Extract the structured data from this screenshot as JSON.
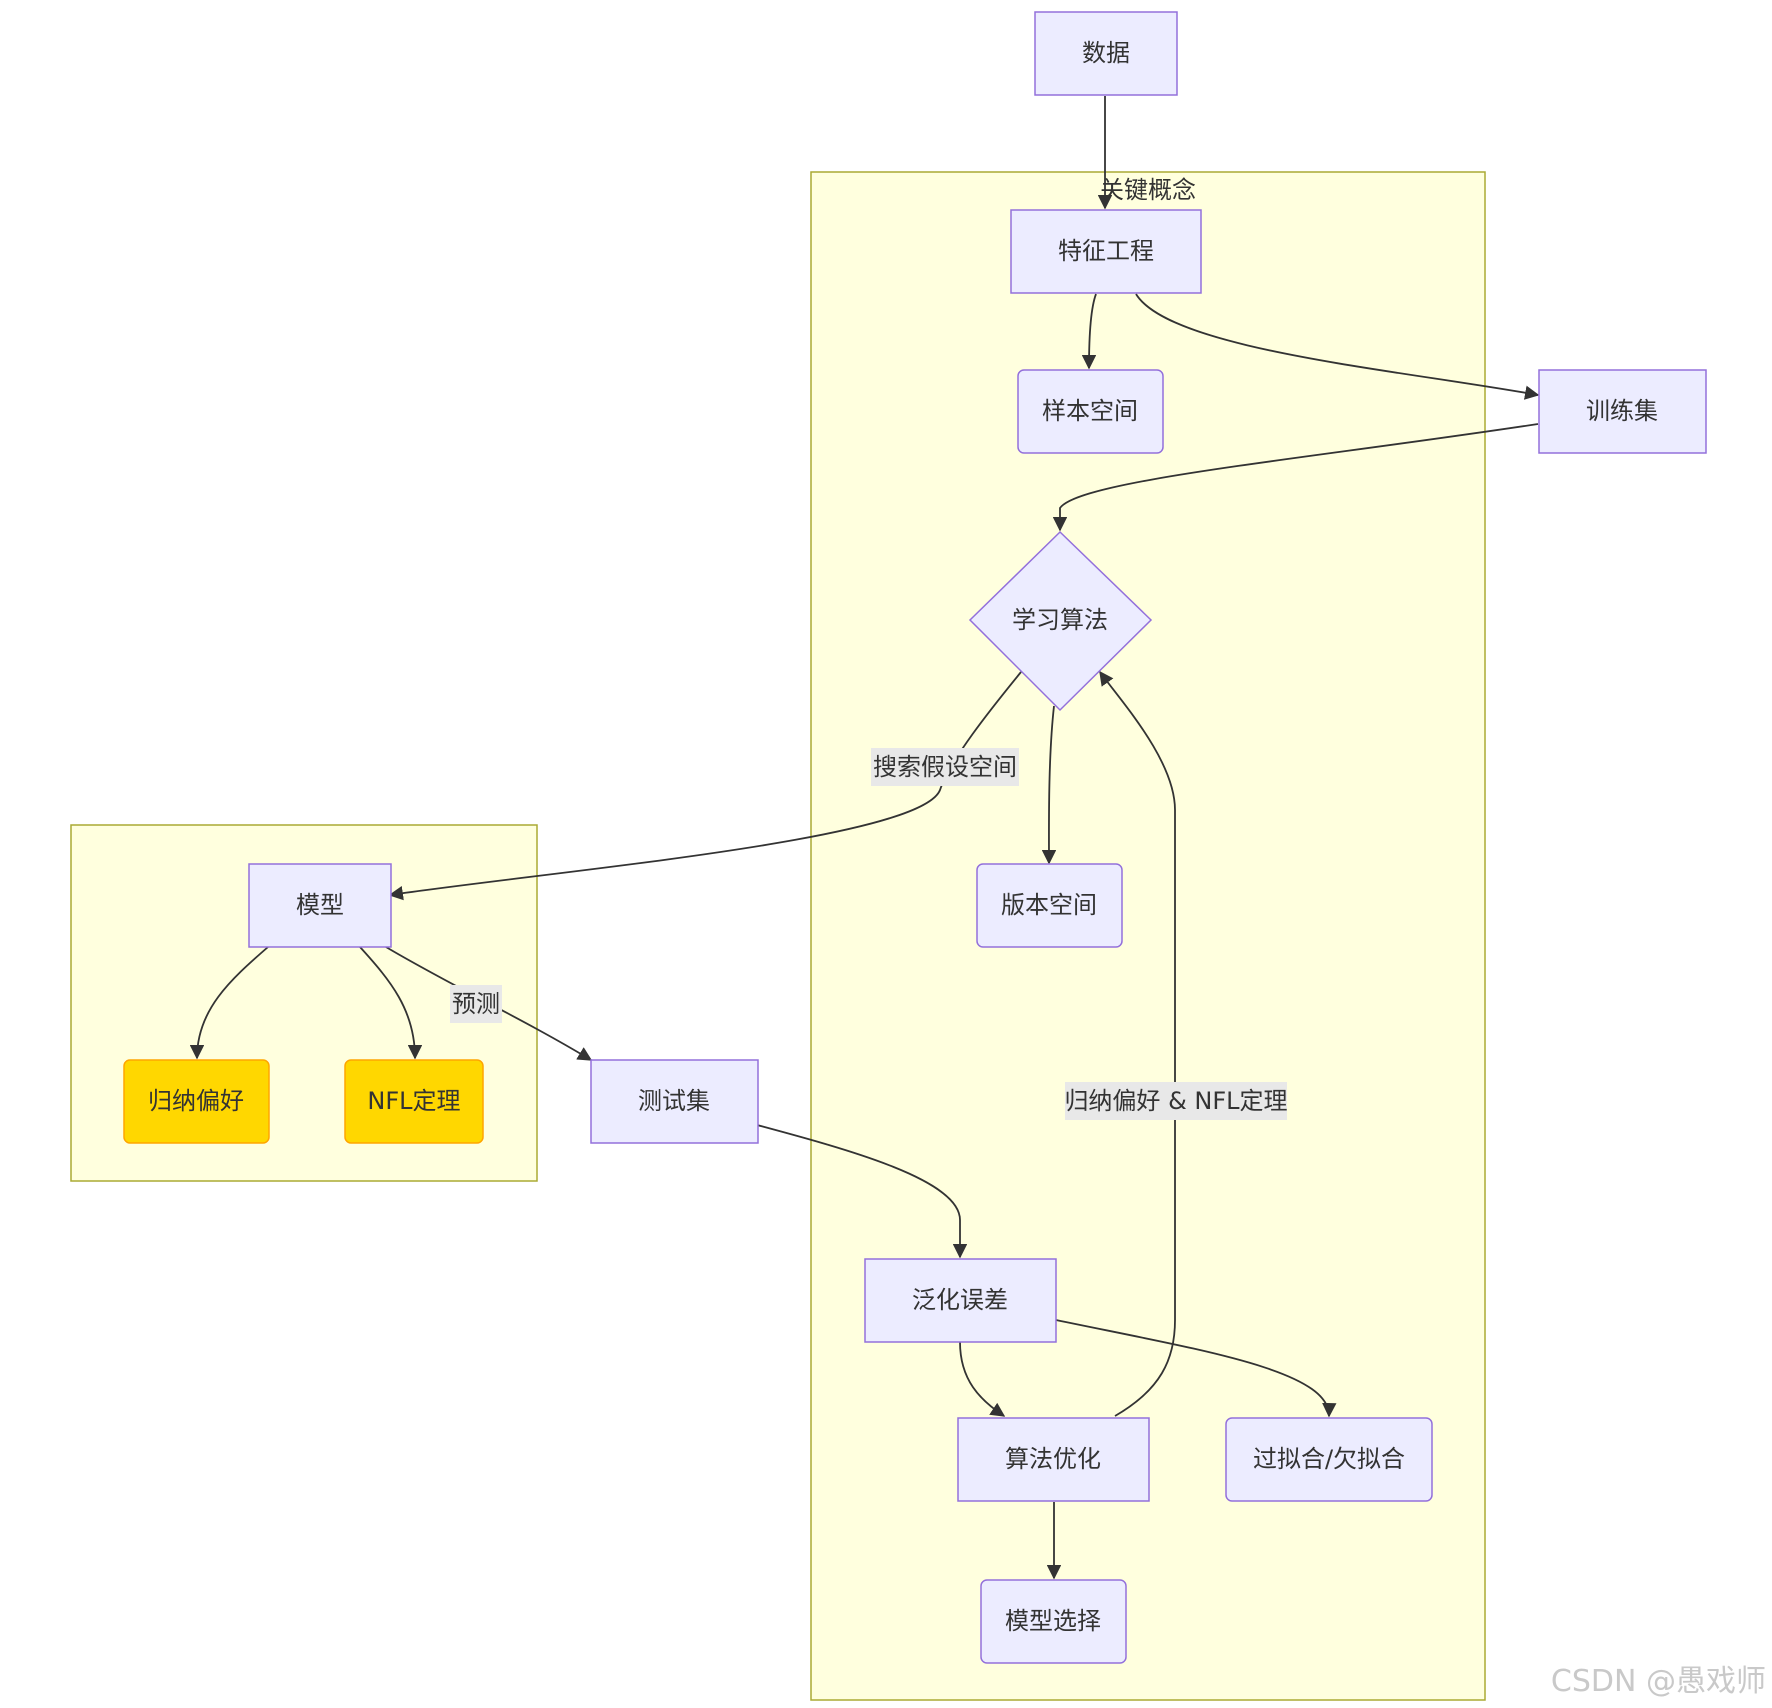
{
  "nodes": {
    "data": "数据",
    "feature_engineering": "特征工程",
    "sample_space": "样本空间",
    "training_set": "训练集",
    "learning_algorithm": "学习算法",
    "version_space": "版本空间",
    "model": "模型",
    "inductive_bias": "归纳偏好",
    "nfl_theorem": "NFL定理",
    "test_set": "测试集",
    "generalization_error": "泛化误差",
    "algorithm_optimization": "算法优化",
    "over_underfitting": "过拟合/欠拟合",
    "model_selection": "模型选择"
  },
  "clusters": {
    "key_concepts": "关键概念"
  },
  "edge_labels": {
    "search_hypothesis_space": "搜索假设空间",
    "predict": "预测",
    "bias_and_nfl": "归纳偏好 & NFL定理"
  },
  "watermark": "CSDN @愚戏师",
  "colors": {
    "node_fill": "#ECECFF",
    "node_stroke": "#9370DB",
    "highlight_fill": "#FFD700",
    "highlight_stroke": "#FFA500",
    "cluster_fill": "#FFFFDE",
    "cluster_stroke": "#AAAA33",
    "edge": "#333333",
    "edge_label_bg": "#E8E8E8"
  }
}
